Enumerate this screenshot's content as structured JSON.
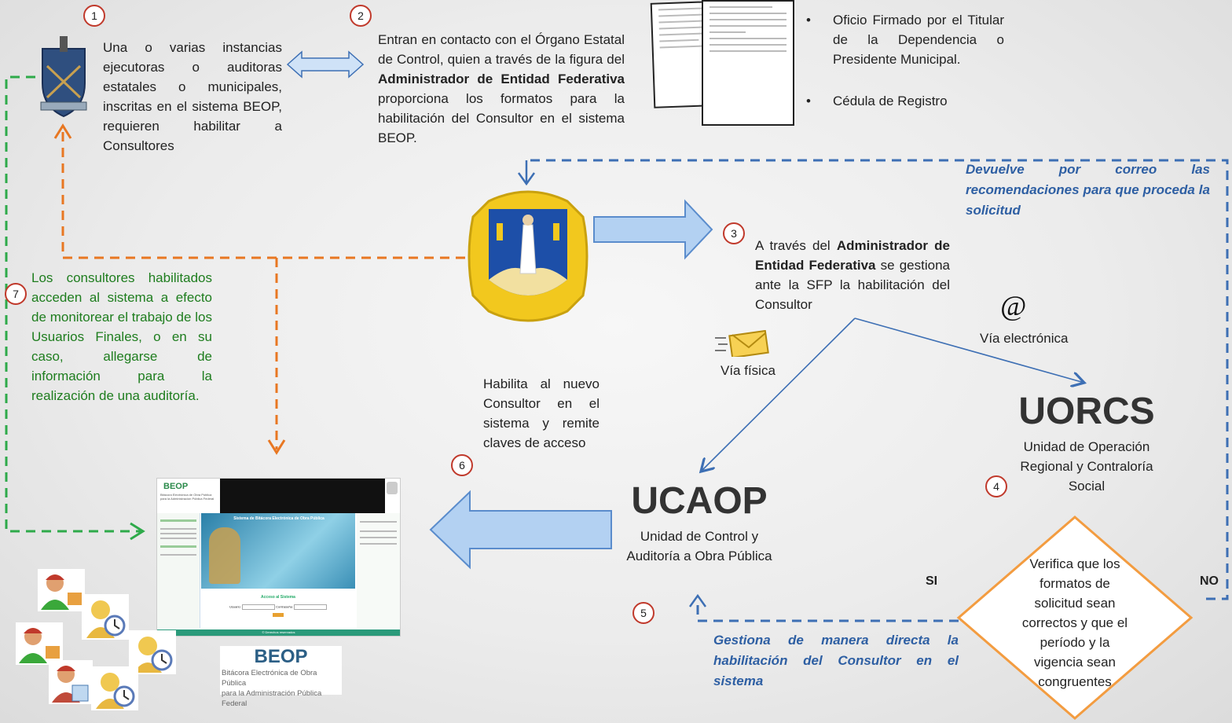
{
  "steps": {
    "s1": {
      "num": "1",
      "text": "Una o varias instancias ejecutoras o auditoras estatales o municipales, inscritas en el sistema BEOP, requieren habilitar a Consultores"
    },
    "s2": {
      "num": "2",
      "pre": "Entran en contacto con el Órgano Estatal de Control, quien a través de la figura del ",
      "bold": "Administrador de Entidad Federativa",
      "post": " proporciona los formatos  para la habilitación del Consultor en el sistema BEOP."
    },
    "s3": {
      "num": "3",
      "pre": "A través del ",
      "bold": "Administrador de Entidad Federativa",
      "post": " se gestiona ante la SFP la habilitación del Consultor"
    },
    "s4": {
      "num": "4"
    },
    "s5": {
      "num": "5"
    },
    "s6": {
      "num": "6",
      "text": "Habilita al nuevo Consultor en el sistema y remite claves de acceso"
    },
    "s7": {
      "num": "7",
      "text": "Los consultores habilitados acceden al sistema a efecto de monitorear el trabajo de los Usuarios Finales, o en su caso, allegarse de información para la realización de una auditoría."
    }
  },
  "docs_list": [
    "Oficio Firmado por el Titular de la Dependencia o Presidente Municipal.",
    "Cédula de Registro"
  ],
  "bullet": "•",
  "return_text": "Devuelve por correo las recomendaciones para que proceda la solicitud",
  "channels": {
    "fisica": "Vía física",
    "electronica": "Vía electrónica",
    "at": "@"
  },
  "uorcs": {
    "acronym": "UORCS",
    "name": "Unidad de Operación Regional y Contraloría Social"
  },
  "ucaop": {
    "acronym": "UCAOP",
    "name": "Unidad de Control y Auditoría a Obra Pública"
  },
  "decision": {
    "text": "Verifica que los formatos de solicitud sean correctos y que el período y la vigencia sean congruentes",
    "yes": "SI",
    "no": "NO"
  },
  "direct_text": "Gestiona de manera directa la habilitación del Consultor en el sistema",
  "beop_logo": {
    "title": "BEOP",
    "subtitle1": "Bitácora Electrónica de Obra Pública",
    "subtitle2": "para la Administración Pública Federal"
  },
  "beop_screen": {
    "title": "BEOP",
    "subtitle": "Bitácora Electrónica de Obra Pública para la Administración Pública Federal",
    "banner": "Sistema de Bitácora Electrónica de Obra Pública",
    "login_title": "Acceso al Sistema",
    "user_label": "Usuario:",
    "pass_label": "Contraseña:",
    "footer": "© Derechos reservados"
  },
  "colors": {
    "orange": "#e87722",
    "green": "#2eaa4a",
    "blue": "#3d6fb4",
    "red_badge": "#c0392b",
    "arrow_fill": "#b3d1f2",
    "diamond_border": "#f39c40"
  }
}
